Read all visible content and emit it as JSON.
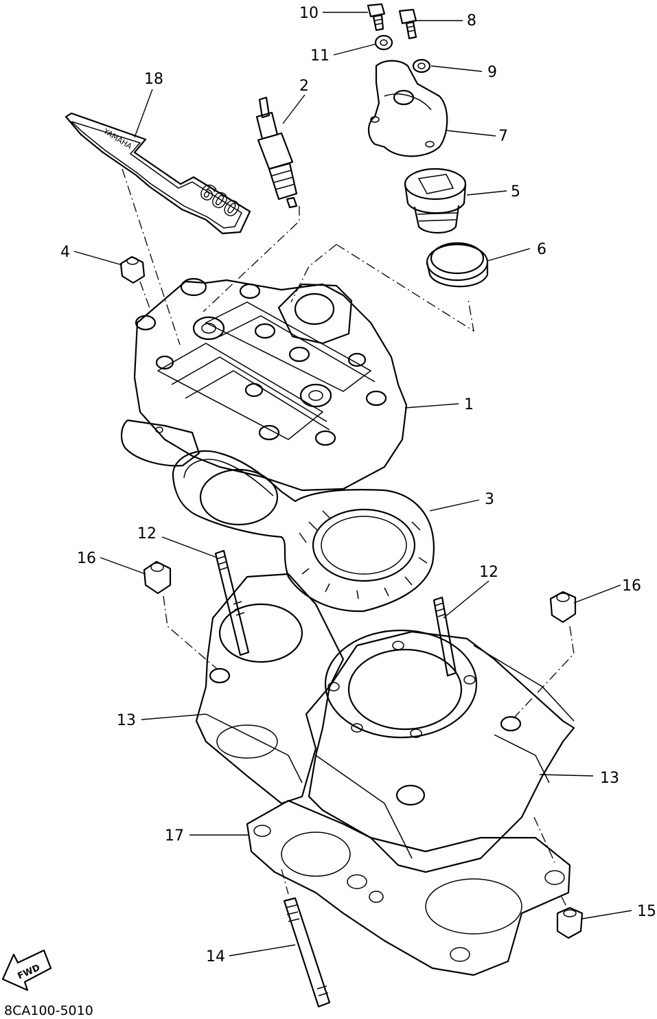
{
  "diagram": {
    "diagram_code": "8CA100-5010",
    "fwd_label": "FWD",
    "head_badge_brand": "YAMAHA",
    "head_badge_model": "600",
    "callouts": [
      "1",
      "2",
      "3",
      "4",
      "5",
      "6",
      "7",
      "8",
      "9",
      "10",
      "11",
      "12",
      "12",
      "13",
      "13",
      "14",
      "15",
      "16",
      "16",
      "17",
      "18"
    ]
  }
}
